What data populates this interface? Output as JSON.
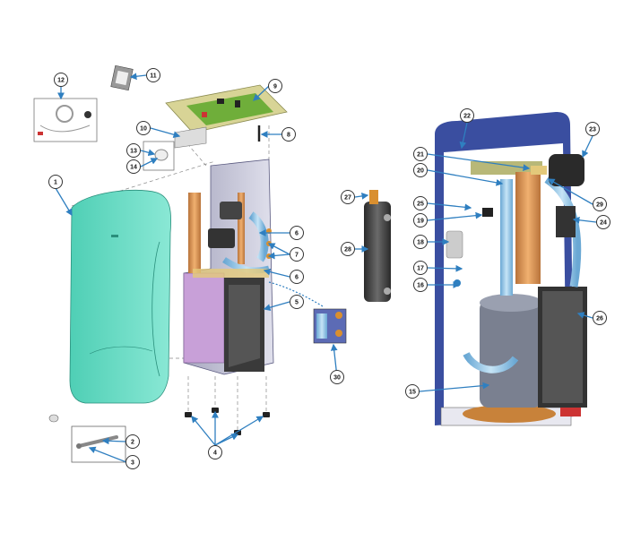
{
  "colors": {
    "callout_line": "#2f7fc0",
    "callout_ring": "#333333",
    "cover_teal": "#5fd9c0",
    "pipe_copper": "#d9924a",
    "pipe_blue": "#8bc4e6",
    "frame_navy": "#3a4ea0",
    "pcb_green": "#6fae3a",
    "panel_gray": "#c9c9d8"
  },
  "icons": {
    "callout": "numbered-circle",
    "arrow": "leader-arrow"
  },
  "callouts": [
    {
      "id": "c1",
      "label": "1"
    },
    {
      "id": "c2",
      "label": "2"
    },
    {
      "id": "c3",
      "label": "3"
    },
    {
      "id": "c4",
      "label": "4"
    },
    {
      "id": "c5",
      "label": "5"
    },
    {
      "id": "c6a",
      "label": "6"
    },
    {
      "id": "c6b",
      "label": "6"
    },
    {
      "id": "c7",
      "label": "7"
    },
    {
      "id": "c8",
      "label": "8"
    },
    {
      "id": "c9",
      "label": "9"
    },
    {
      "id": "c10",
      "label": "10"
    },
    {
      "id": "c11",
      "label": "11"
    },
    {
      "id": "c12",
      "label": "12"
    },
    {
      "id": "c13",
      "label": "13"
    },
    {
      "id": "c14",
      "label": "14"
    },
    {
      "id": "c15",
      "label": "15"
    },
    {
      "id": "c16",
      "label": "16"
    },
    {
      "id": "c17",
      "label": "17"
    },
    {
      "id": "c18",
      "label": "18"
    },
    {
      "id": "c19",
      "label": "19"
    },
    {
      "id": "c20",
      "label": "20"
    },
    {
      "id": "c21",
      "label": "21"
    },
    {
      "id": "c22",
      "label": "22"
    },
    {
      "id": "c23",
      "label": "23"
    },
    {
      "id": "c24",
      "label": "24"
    },
    {
      "id": "c25",
      "label": "25"
    },
    {
      "id": "c26",
      "label": "26"
    },
    {
      "id": "c27",
      "label": "27"
    },
    {
      "id": "c28",
      "label": "28"
    },
    {
      "id": "c29",
      "label": "29"
    },
    {
      "id": "c30",
      "label": "30"
    }
  ]
}
